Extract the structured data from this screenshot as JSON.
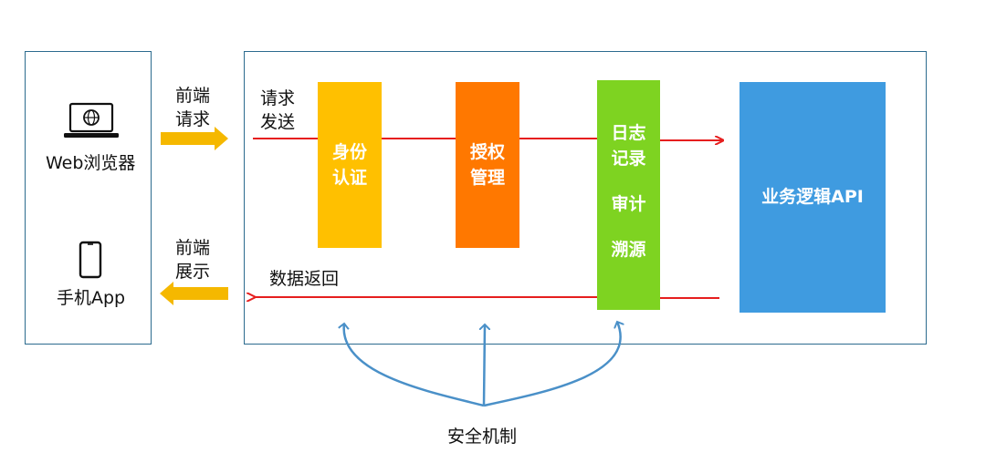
{
  "client": {
    "web_label": "Web浏览器",
    "app_label": "手机App"
  },
  "arrows": {
    "frontend_request": [
      "前端",
      "请求"
    ],
    "frontend_display": [
      "前端",
      "展示"
    ],
    "request_send": [
      "请求",
      "发送"
    ],
    "data_return": "数据返回"
  },
  "modules": {
    "authentication": [
      "身份",
      "认证"
    ],
    "authorization": [
      "授权",
      "管理"
    ],
    "logging": [
      "日志",
      "记录",
      "审计",
      "溯源"
    ],
    "business_api": "业务逻辑API"
  },
  "security": {
    "label": "安全机制"
  },
  "colors": {
    "border": "#2c6b8e",
    "yellow_arrow": "#f5b800",
    "red_line": "#e61e1e",
    "auth": "#ffc000",
    "authz": "#ff7800",
    "log": "#7ed321",
    "api": "#3f9be0",
    "security_curve": "#4a90c8"
  }
}
